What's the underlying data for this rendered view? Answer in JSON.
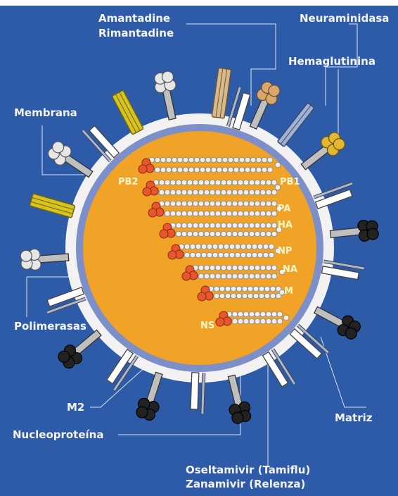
{
  "labels": {
    "amantadine": "Amantadine",
    "rimantadine": "Rimantadine",
    "neuraminidasa": "Neuraminidasa",
    "hemaglutinina": "Hemaglutinina",
    "membrana": "Membrana",
    "polimerasas": "Polimerasas",
    "m2": "M2",
    "nucleoproteina": "Nucleoproteína",
    "matriz": "Matriz",
    "oseltamivir": "Oseltamivir (Tamiflu)",
    "zanamivir": "Zanamivir (Relenza)"
  },
  "segments": {
    "pb2": "PB2",
    "pb1": "PB1",
    "pa": "PA",
    "ha": "HA",
    "np": "NP",
    "na": "NA",
    "m": "M",
    "ns": "NS"
  },
  "colors": {
    "background": "#2e5ba8",
    "core": "#f0a326",
    "envelope": "#f2f2f2",
    "matrix_ring": "#7d8fc9",
    "hemagglutinin": "#d8b98a",
    "neuraminidase": "#d9a66e",
    "m2_channel": "#a9b6cf",
    "yellow_spike": "#d7c320",
    "rna_bead": "#eeeeee",
    "polymerase": "#e8562d",
    "dark_knob": "#222222",
    "leader_line": "#dde4f0"
  }
}
